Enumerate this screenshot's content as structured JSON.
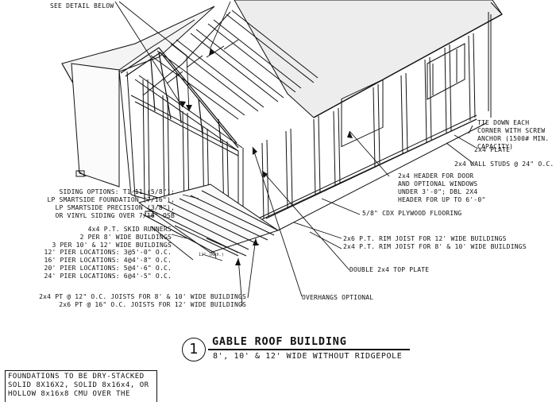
{
  "drawing": {
    "title_number": "1",
    "title": "GABLE ROOF BUILDING",
    "subtitle": "8', 10' & 12' WIDE WITHOUT RIDGEPOLE"
  },
  "callouts": {
    "see_detail": "SEE DETAIL BELOW",
    "tie_down": [
      "TIE DOWN EACH",
      "CORNER WITH SCREW",
      "ANCHOR (1500# MIN.",
      "CAPACITY)"
    ],
    "plate": "2x4 PLATE",
    "wall_studs": "2x4 WALL STUDS @ 24\" O.C.",
    "header": [
      "2x4 HEADER FOR DOOR",
      "AND OPTIONAL WINDOWS",
      "UNDER 3'-0\"; DBL 2X4",
      "HEADER FOR UP TO 6'-0\""
    ],
    "flooring": "5/8\" CDX PLYWOOD FLOORING",
    "siding": [
      "SIDING OPTIONS: T1-11 (5/8\");",
      "LP SMARTSIDE FOUNDATION (7/16\"),",
      "LP SMARTSIDE PRECISION (3/8\"),",
      "OR VINYL SIDING OVER 7/16\" OSB"
    ],
    "skid_runners": [
      "4x4 P.T. SKID RUNNERS",
      "2 PER 8' WIDE BUILDINGS",
      "3 PER 10' & 12' WIDE BUILDINGS"
    ],
    "piers": [
      "12' PIER LOCATIONS: 3@5'-0\" O.C.",
      "16' PIER LOCATIONS: 4@4'-8\" O.C.",
      "20' PIER LOCATIONS: 5@4'-6\" O.C.",
      "24' PIER LOCATIONS: 6@4'-5\" O.C."
    ],
    "rim_joist": [
      "2x6 P.T. RIM JOIST FOR 12' WIDE BUILDINGS",
      "2x4 P.T. RIM JOIST FOR 8' & 10' WIDE BUILDINGS"
    ],
    "top_plate": "DOUBLE 2x4 TOP PLATE",
    "max_spacing": "12\" (MAX.)",
    "joists": [
      "2x4 PT @ 12\" O.C. JOISTS FOR 8' & 10' WIDE BUILDINGS",
      "2x6 PT @ 16\" O.C. JOISTS FOR 12' WIDE BUILDINGS"
    ],
    "overhangs": "OVERHANGS OPTIONAL"
  },
  "foundation_note": [
    "FOUNDATIONS TO BE DRY-STACKED",
    "SOLID 8X16X2, SOLID 8x16x4, OR",
    "HOLLOW  8x16x8 CMU OVER THE"
  ]
}
